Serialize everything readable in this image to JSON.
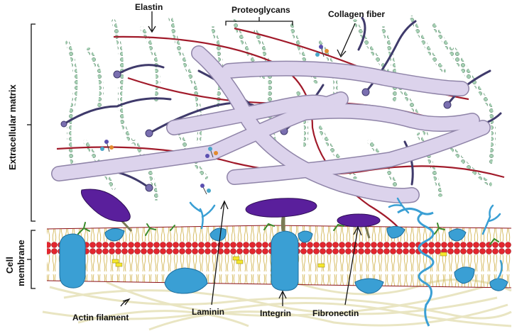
{
  "labels": {
    "elastin": "Elastin",
    "proteoglycans": "Proteoglycans",
    "collagen_fiber": "Collagen fiber",
    "extracellular_matrix": "Extracellular matrix",
    "cell_membrane_line1": "Cell",
    "cell_membrane_line2": "membrane",
    "actin_filament": "Actin filament",
    "laminin": "Laminin",
    "integrin": "Integrin",
    "fibronectin": "Fibronectin"
  },
  "colors": {
    "collagen": "#d9cfe9",
    "collagen_edge": "#8f84a8",
    "elastin": "#a11a2a",
    "proteoglycan": "#a6d0b4",
    "membrane_heads": "#e3262e",
    "membrane_tails": "#e3d27a",
    "protein_blue": "#3a9fd4",
    "fibronectin": "#5a1f9c",
    "actin": "#ece9c9"
  }
}
